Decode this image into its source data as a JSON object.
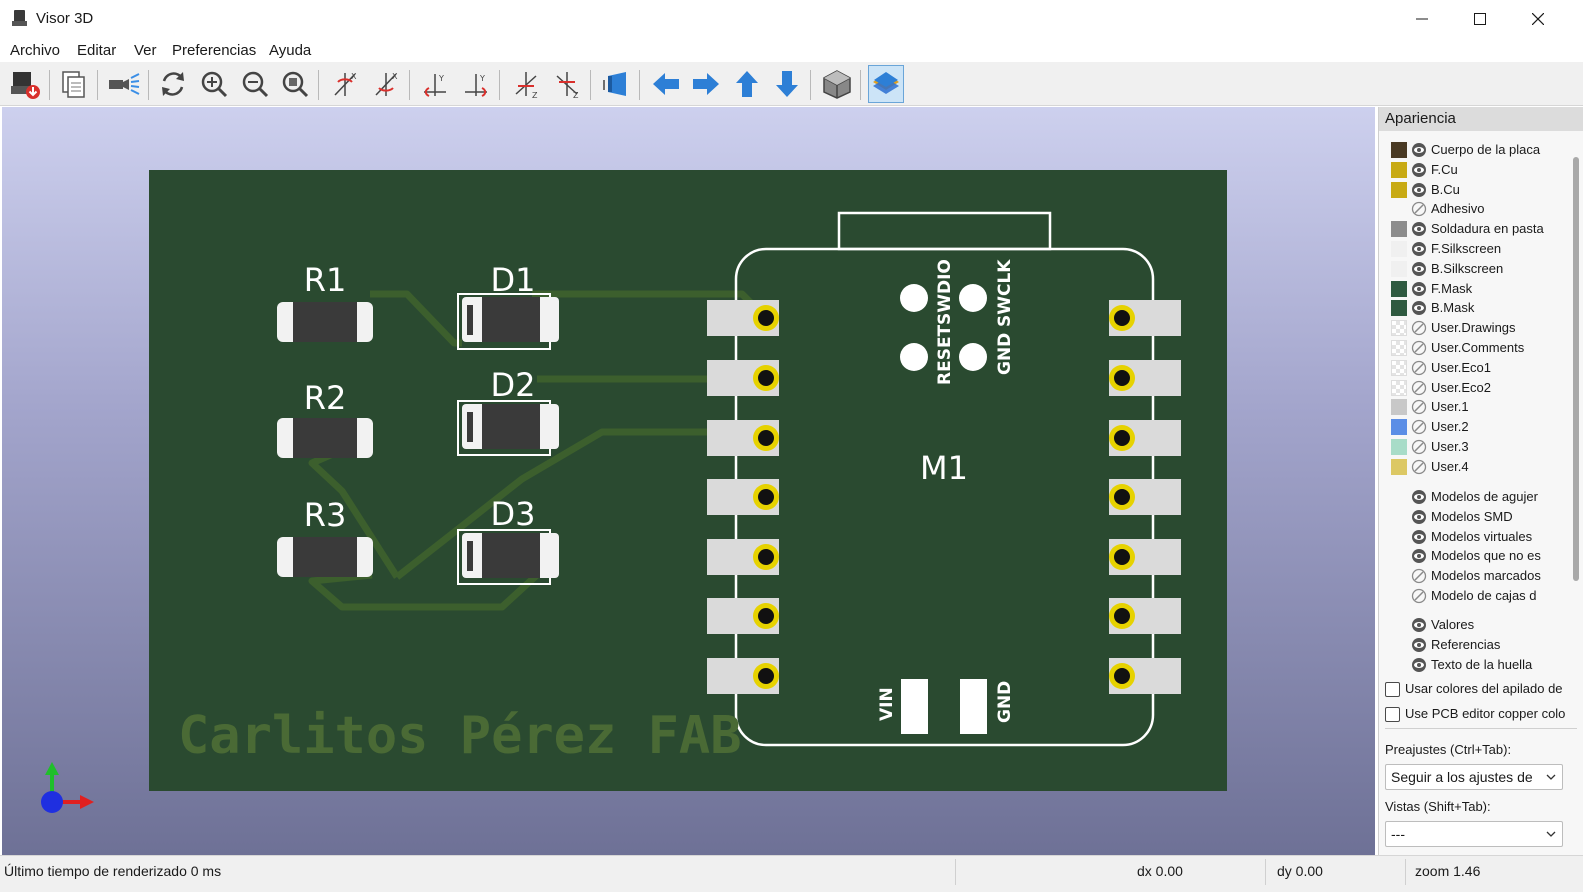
{
  "window": {
    "title": "Visor 3D"
  },
  "menu": [
    "Archivo",
    "Editar",
    "Ver",
    "Preferencias",
    "Ayuda"
  ],
  "toolbar": {
    "tools": [
      {
        "name": "export-image-icon"
      },
      {
        "name": "copy-to-clipboard-icon"
      },
      {
        "name": "raytracing-icon"
      },
      {
        "name": "reload-board-icon"
      },
      {
        "name": "zoom-in-icon"
      },
      {
        "name": "zoom-out-icon"
      },
      {
        "name": "zoom-fit-icon"
      },
      {
        "name": "rotate-x-cw-icon"
      },
      {
        "name": "rotate-x-ccw-icon"
      },
      {
        "name": "rotate-y-cw-icon"
      },
      {
        "name": "rotate-y-ccw-icon"
      },
      {
        "name": "rotate-z-cw-icon"
      },
      {
        "name": "rotate-z-ccw-icon"
      },
      {
        "name": "flip-board-icon"
      },
      {
        "name": "pan-left-icon"
      },
      {
        "name": "pan-right-icon"
      },
      {
        "name": "pan-up-icon"
      },
      {
        "name": "pan-down-icon"
      },
      {
        "name": "orthographic-icon"
      },
      {
        "name": "layers-manager-icon",
        "active": true
      }
    ]
  },
  "pcb": {
    "refs": {
      "r1": "R1",
      "r2": "R2",
      "r3": "R3",
      "d1": "D1",
      "d2": "D2",
      "d3": "D3",
      "m1": "M1"
    },
    "module_labels": {
      "reset": "RESET",
      "swdio": "SWDIO",
      "swclk": "SWCLK",
      "gnd_top": "GND",
      "vin": "VIN",
      "gnd_bottom": "GND"
    },
    "board_text": "Carlitos Pérez FAB",
    "colors": {
      "board": "#2a4a30",
      "copper": "#3c5f2d",
      "silk": "#ffffff",
      "pad": "#dadada",
      "gold": "#e6d200"
    }
  },
  "appearance": {
    "title": "Apariencia",
    "layers": [
      {
        "label": "Cuerpo de la placa",
        "color": "#4a3a24",
        "visible": true
      },
      {
        "label": "F.Cu",
        "color": "#c8aa14",
        "visible": true
      },
      {
        "label": "B.Cu",
        "color": "#c8aa14",
        "visible": true
      },
      {
        "label": "Adhesivo",
        "color": "",
        "visible": false
      },
      {
        "label": "Soldadura en pasta",
        "color": "#8c8c8c",
        "visible": true
      },
      {
        "label": "F.Silkscreen",
        "color": "#f0f0f0",
        "visible": true
      },
      {
        "label": "B.Silkscreen",
        "color": "#f0f0f0",
        "visible": true
      },
      {
        "label": "F.Mask",
        "color": "#2f5a40",
        "visible": true
      },
      {
        "label": "B.Mask",
        "color": "#2f5a40",
        "visible": true
      },
      {
        "label": "User.Drawings",
        "color": "checker",
        "visible": false
      },
      {
        "label": "User.Comments",
        "color": "checker",
        "visible": false
      },
      {
        "label": "User.Eco1",
        "color": "checker",
        "visible": false
      },
      {
        "label": "User.Eco2",
        "color": "checker",
        "visible": false
      },
      {
        "label": "User.1",
        "color": "#c8c8c8",
        "visible": false
      },
      {
        "label": "User.2",
        "color": "#5b8ee6",
        "visible": false
      },
      {
        "label": "User.3",
        "color": "#a8dcc8",
        "visible": false
      },
      {
        "label": "User.4",
        "color": "#dcc864",
        "visible": false
      }
    ],
    "models": [
      {
        "label": "Modelos de agujer",
        "visible": true
      },
      {
        "label": "Modelos SMD",
        "visible": true
      },
      {
        "label": "Modelos virtuales",
        "visible": true
      },
      {
        "label": "Modelos que no es",
        "visible": true
      },
      {
        "label": "Modelos marcados",
        "visible": false
      },
      {
        "label": "Modelo de cajas d",
        "visible": false
      }
    ],
    "texts": [
      {
        "label": "Valores",
        "visible": true
      },
      {
        "label": "Referencias",
        "visible": true
      },
      {
        "label": "Texto de la huella",
        "visible": true
      }
    ],
    "checkboxes": [
      {
        "label": "Usar colores del apilado de",
        "checked": false
      },
      {
        "label": "Use PCB editor copper colo",
        "checked": false
      }
    ],
    "presets_label": "Preajustes (Ctrl+Tab):",
    "presets_value": "Seguir a los ajustes de",
    "views_label": "Vistas (Shift+Tab):",
    "views_value": "---"
  },
  "status": {
    "render_time": "Último tiempo de renderizado 0 ms",
    "dx": "dx 0.00",
    "dy": "dy 0.00",
    "zoom": "zoom 1.46"
  }
}
